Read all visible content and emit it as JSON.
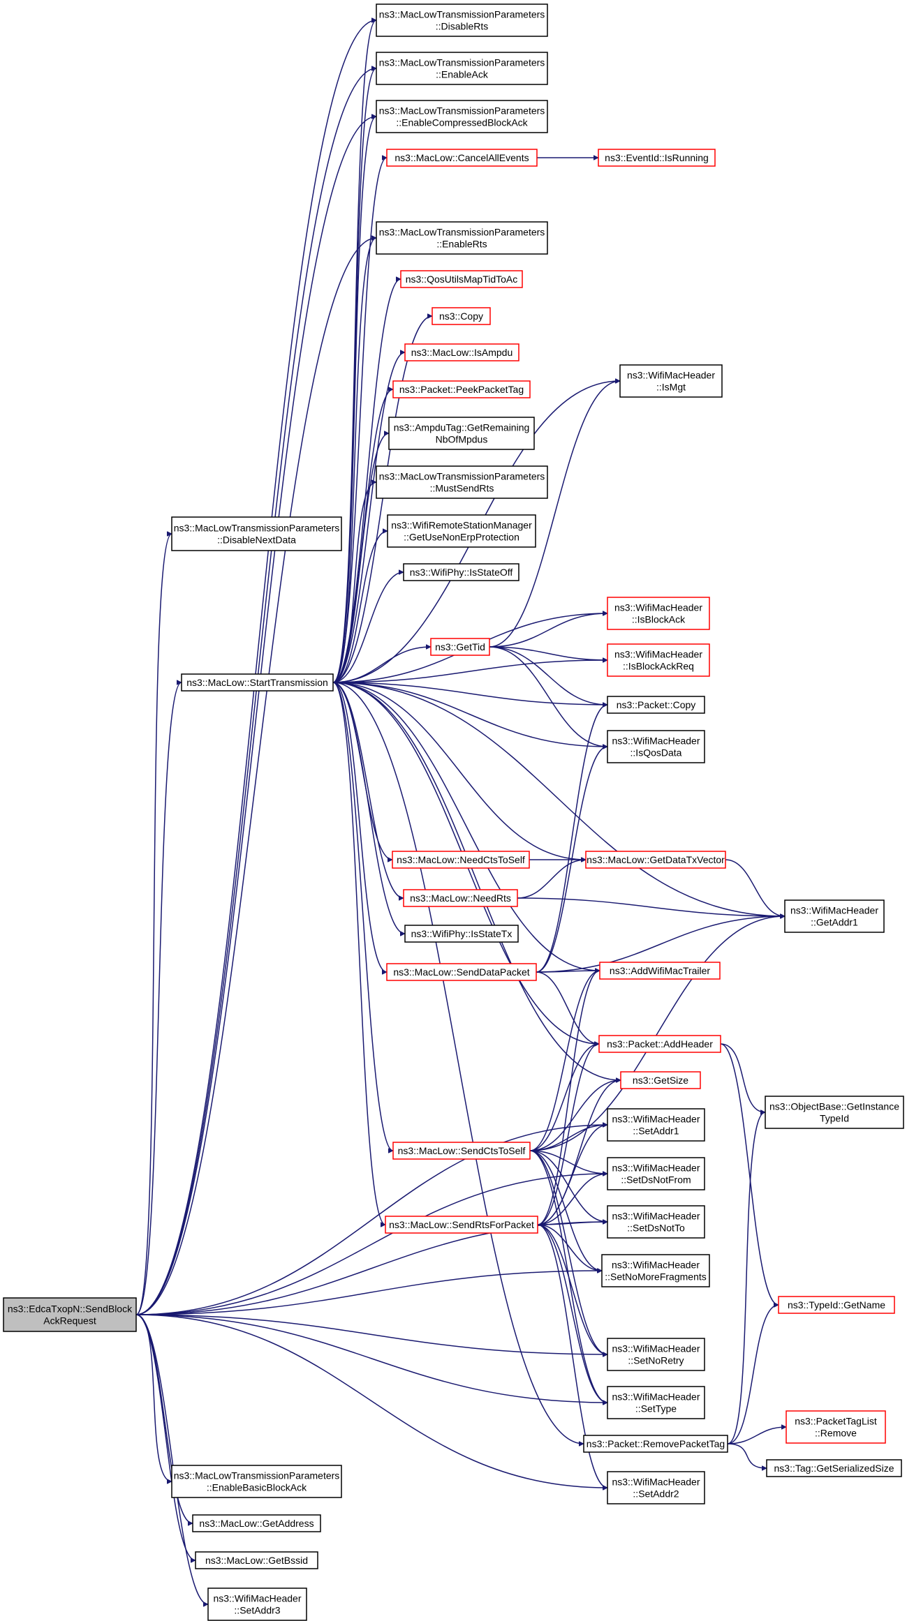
{
  "colors": {
    "edge": "#191970",
    "box_border_documented": "#000000",
    "box_border_truncated": "#ff0000",
    "root_fill": "#bfbfbf"
  },
  "nodes": [
    {
      "id": "root",
      "lines": [
        "ns3::EdcaTxopN::SendBlock",
        "AckRequest"
      ],
      "style": "root"
    },
    {
      "id": "disablenextdata",
      "lines": [
        "ns3::MacLowTransmissionParameters",
        "::DisableNextData"
      ],
      "style": "black"
    },
    {
      "id": "starttx",
      "lines": [
        "ns3::MacLow::StartTransmission"
      ],
      "style": "black"
    },
    {
      "id": "disablerts",
      "lines": [
        "ns3::MacLowTransmissionParameters",
        "::DisableRts"
      ],
      "style": "black"
    },
    {
      "id": "enableack",
      "lines": [
        "ns3::MacLowTransmissionParameters",
        "::EnableAck"
      ],
      "style": "black"
    },
    {
      "id": "enablecba",
      "lines": [
        "ns3::MacLowTransmissionParameters",
        "::EnableCompressedBlockAck"
      ],
      "style": "black"
    },
    {
      "id": "cancelall",
      "lines": [
        "ns3::MacLow::CancelAllEvents"
      ],
      "style": "red"
    },
    {
      "id": "isrunning",
      "lines": [
        "ns3::EventId::IsRunning"
      ],
      "style": "red"
    },
    {
      "id": "enablerts",
      "lines": [
        "ns3::MacLowTransmissionParameters",
        "::EnableRts"
      ],
      "style": "black"
    },
    {
      "id": "qosmap",
      "lines": [
        "ns3::QosUtilsMapTidToAc"
      ],
      "style": "red"
    },
    {
      "id": "copy",
      "lines": [
        "ns3::Copy"
      ],
      "style": "red"
    },
    {
      "id": "isampdu",
      "lines": [
        "ns3::MacLow::IsAmpdu"
      ],
      "style": "red"
    },
    {
      "id": "peektag",
      "lines": [
        "ns3::Packet::PeekPacketTag"
      ],
      "style": "red"
    },
    {
      "id": "ampdutag",
      "lines": [
        "ns3::AmpduTag::GetRemaining",
        "NbOfMpdus"
      ],
      "style": "black"
    },
    {
      "id": "mustsendrts",
      "lines": [
        "ns3::MacLowTransmissionParameters",
        "::MustSendRts"
      ],
      "style": "black"
    },
    {
      "id": "nonerp",
      "lines": [
        "ns3::WifiRemoteStationManager",
        "::GetUseNonErpProtection"
      ],
      "style": "black"
    },
    {
      "id": "isstateoff",
      "lines": [
        "ns3::WifiPhy::IsStateOff"
      ],
      "style": "black"
    },
    {
      "id": "ismgt",
      "lines": [
        "ns3::WifiMacHeader",
        "::IsMgt"
      ],
      "style": "black"
    },
    {
      "id": "gettid",
      "lines": [
        "ns3::GetTid"
      ],
      "style": "red"
    },
    {
      "id": "isblockack",
      "lines": [
        "ns3::WifiMacHeader",
        "::IsBlockAck"
      ],
      "style": "red"
    },
    {
      "id": "isblockackreq",
      "lines": [
        "ns3::WifiMacHeader",
        "::IsBlockAckReq"
      ],
      "style": "red"
    },
    {
      "id": "packetcopy",
      "lines": [
        "ns3::Packet::Copy"
      ],
      "style": "black"
    },
    {
      "id": "isqosdata",
      "lines": [
        "ns3::WifiMacHeader",
        "::IsQosData"
      ],
      "style": "black"
    },
    {
      "id": "needcts",
      "lines": [
        "ns3::MacLow::NeedCtsToSelf"
      ],
      "style": "red"
    },
    {
      "id": "getdatatx",
      "lines": [
        "ns3::MacLow::GetDataTxVector"
      ],
      "style": "red"
    },
    {
      "id": "needrts",
      "lines": [
        "ns3::MacLow::NeedRts"
      ],
      "style": "red"
    },
    {
      "id": "getaddr1",
      "lines": [
        "ns3::WifiMacHeader",
        "::GetAddr1"
      ],
      "style": "black"
    },
    {
      "id": "isstatetx",
      "lines": [
        "ns3::WifiPhy::IsStateTx"
      ],
      "style": "black"
    },
    {
      "id": "senddata",
      "lines": [
        "ns3::MacLow::SendDataPacket"
      ],
      "style": "red"
    },
    {
      "id": "addtrailer",
      "lines": [
        "ns3::AddWifiMacTrailer"
      ],
      "style": "red"
    },
    {
      "id": "addheader",
      "lines": [
        "ns3::Packet::AddHeader"
      ],
      "style": "red"
    },
    {
      "id": "getsize",
      "lines": [
        "ns3::GetSize"
      ],
      "style": "red"
    },
    {
      "id": "getinstance",
      "lines": [
        "ns3::ObjectBase::GetInstance",
        "TypeId"
      ],
      "style": "black"
    },
    {
      "id": "setaddr1",
      "lines": [
        "ns3::WifiMacHeader",
        "::SetAddr1"
      ],
      "style": "black"
    },
    {
      "id": "sendcts",
      "lines": [
        "ns3::MacLow::SendCtsToSelf"
      ],
      "style": "red"
    },
    {
      "id": "setdsnotfrom",
      "lines": [
        "ns3::WifiMacHeader",
        "::SetDsNotFrom"
      ],
      "style": "black"
    },
    {
      "id": "setdsnotto",
      "lines": [
        "ns3::WifiMacHeader",
        "::SetDsNotTo"
      ],
      "style": "black"
    },
    {
      "id": "sendrts",
      "lines": [
        "ns3::MacLow::SendRtsForPacket"
      ],
      "style": "red"
    },
    {
      "id": "setnomore",
      "lines": [
        "ns3::WifiMacHeader",
        "::SetNoMoreFragments"
      ],
      "style": "black"
    },
    {
      "id": "getname",
      "lines": [
        "ns3::TypeId::GetName"
      ],
      "style": "red"
    },
    {
      "id": "setnoretry",
      "lines": [
        "ns3::WifiMacHeader",
        "::SetNoRetry"
      ],
      "style": "black"
    },
    {
      "id": "settype",
      "lines": [
        "ns3::WifiMacHeader",
        "::SetType"
      ],
      "style": "black"
    },
    {
      "id": "removetag",
      "lines": [
        "ns3::Packet::RemovePacketTag"
      ],
      "style": "black"
    },
    {
      "id": "taglistremove",
      "lines": [
        "ns3::PacketTagList",
        "::Remove"
      ],
      "style": "red"
    },
    {
      "id": "tagsize",
      "lines": [
        "ns3::Tag::GetSerializedSize"
      ],
      "style": "black"
    },
    {
      "id": "setaddr2",
      "lines": [
        "ns3::WifiMacHeader",
        "::SetAddr2"
      ],
      "style": "black"
    },
    {
      "id": "enablebasic",
      "lines": [
        "ns3::MacLowTransmissionParameters",
        "::EnableBasicBlockAck"
      ],
      "style": "black"
    },
    {
      "id": "getaddress",
      "lines": [
        "ns3::MacLow::GetAddress"
      ],
      "style": "black"
    },
    {
      "id": "getbssid",
      "lines": [
        "ns3::MacLow::GetBssid"
      ],
      "style": "black"
    },
    {
      "id": "setaddr3",
      "lines": [
        "ns3::WifiMacHeader",
        "::SetAddr3"
      ],
      "style": "black"
    }
  ],
  "edges": [
    [
      "root",
      "disablenextdata"
    ],
    [
      "root",
      "starttx"
    ],
    [
      "root",
      "disablerts"
    ],
    [
      "root",
      "enableack"
    ],
    [
      "root",
      "enablecba"
    ],
    [
      "root",
      "enablerts"
    ],
    [
      "root",
      "setaddr1"
    ],
    [
      "root",
      "setdsnotfrom"
    ],
    [
      "root",
      "setdsnotto"
    ],
    [
      "root",
      "setnomore"
    ],
    [
      "root",
      "setnoretry"
    ],
    [
      "root",
      "settype"
    ],
    [
      "root",
      "setaddr2"
    ],
    [
      "root",
      "enablebasic"
    ],
    [
      "root",
      "getaddress"
    ],
    [
      "root",
      "getbssid"
    ],
    [
      "root",
      "setaddr3"
    ],
    [
      "starttx",
      "disablerts"
    ],
    [
      "starttx",
      "enableack"
    ],
    [
      "starttx",
      "enablecba"
    ],
    [
      "starttx",
      "cancelall"
    ],
    [
      "starttx",
      "ismgt"
    ],
    [
      "starttx",
      "enablerts"
    ],
    [
      "starttx",
      "qosmap"
    ],
    [
      "starttx",
      "copy"
    ],
    [
      "starttx",
      "isampdu"
    ],
    [
      "starttx",
      "peektag"
    ],
    [
      "starttx",
      "ampdutag"
    ],
    [
      "starttx",
      "mustsendrts"
    ],
    [
      "starttx",
      "nonerp"
    ],
    [
      "starttx",
      "isstateoff"
    ],
    [
      "starttx",
      "isblockack"
    ],
    [
      "starttx",
      "gettid"
    ],
    [
      "starttx",
      "isblockackreq"
    ],
    [
      "starttx",
      "packetcopy"
    ],
    [
      "starttx",
      "isqosdata"
    ],
    [
      "starttx",
      "getaddr1"
    ],
    [
      "starttx",
      "needcts"
    ],
    [
      "starttx",
      "getdatatx"
    ],
    [
      "starttx",
      "needrts"
    ],
    [
      "starttx",
      "isstatetx"
    ],
    [
      "starttx",
      "senddata"
    ],
    [
      "starttx",
      "addtrailer"
    ],
    [
      "starttx",
      "addheader"
    ],
    [
      "starttx",
      "getsize"
    ],
    [
      "starttx",
      "sendcts"
    ],
    [
      "starttx",
      "sendrts"
    ],
    [
      "starttx",
      "removetag"
    ],
    [
      "cancelall",
      "isrunning"
    ],
    [
      "gettid",
      "ismgt"
    ],
    [
      "gettid",
      "isblockack"
    ],
    [
      "gettid",
      "isblockackreq"
    ],
    [
      "gettid",
      "packetcopy"
    ],
    [
      "gettid",
      "isqosdata"
    ],
    [
      "needcts",
      "getdatatx"
    ],
    [
      "needrts",
      "getdatatx"
    ],
    [
      "needrts",
      "getaddr1"
    ],
    [
      "getdatatx",
      "getaddr1"
    ],
    [
      "senddata",
      "packetcopy"
    ],
    [
      "senddata",
      "isqosdata"
    ],
    [
      "senddata",
      "getaddr1"
    ],
    [
      "senddata",
      "addtrailer"
    ],
    [
      "senddata",
      "addheader"
    ],
    [
      "addheader",
      "getinstance"
    ],
    [
      "addheader",
      "getname"
    ],
    [
      "sendcts",
      "addtrailer"
    ],
    [
      "sendcts",
      "addheader"
    ],
    [
      "sendcts",
      "getsize"
    ],
    [
      "sendcts",
      "setaddr1"
    ],
    [
      "sendcts",
      "setdsnotfrom"
    ],
    [
      "sendcts",
      "setdsnotto"
    ],
    [
      "sendcts",
      "setnomore"
    ],
    [
      "sendcts",
      "setnoretry"
    ],
    [
      "sendcts",
      "settype"
    ],
    [
      "sendcts",
      "getaddr1"
    ],
    [
      "sendrts",
      "addtrailer"
    ],
    [
      "sendrts",
      "addheader"
    ],
    [
      "sendrts",
      "getsize"
    ],
    [
      "sendrts",
      "setaddr1"
    ],
    [
      "sendrts",
      "setdsnotfrom"
    ],
    [
      "sendrts",
      "setdsnotto"
    ],
    [
      "sendrts",
      "setnomore"
    ],
    [
      "sendrts",
      "setnoretry"
    ],
    [
      "sendrts",
      "settype"
    ],
    [
      "sendrts",
      "setaddr2"
    ],
    [
      "removetag",
      "getinstance"
    ],
    [
      "removetag",
      "getname"
    ],
    [
      "removetag",
      "taglistremove"
    ],
    [
      "removetag",
      "tagsize"
    ]
  ]
}
